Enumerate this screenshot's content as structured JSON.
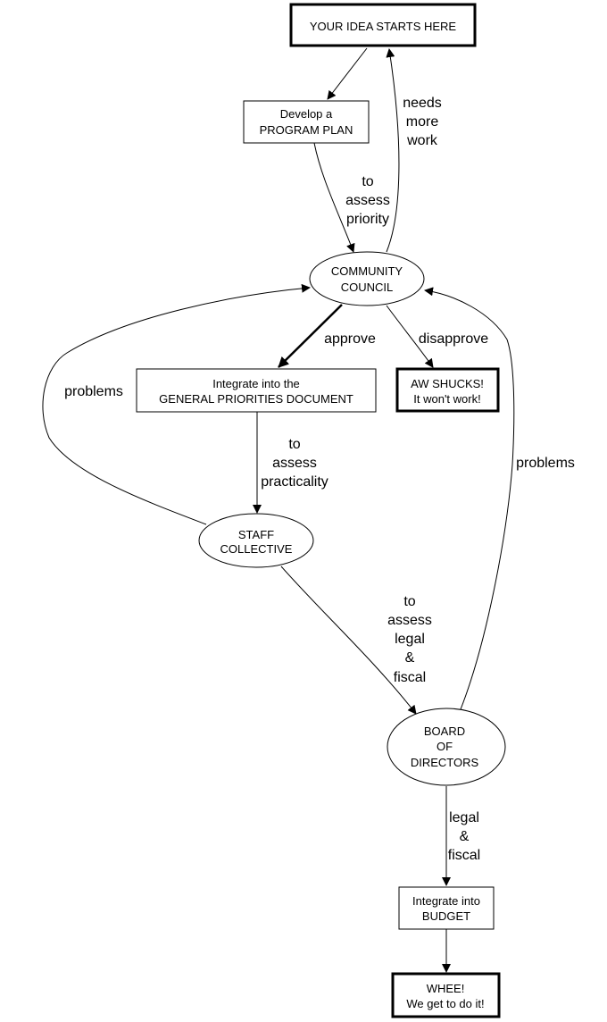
{
  "diagram": {
    "type": "flowchart",
    "nodes": {
      "idea": {
        "lines": [
          "YOUR IDEA STARTS HERE"
        ],
        "shape": "box-bold"
      },
      "plan": {
        "lines": [
          "Develop a",
          "PROGRAM PLAN"
        ],
        "shape": "box"
      },
      "council": {
        "lines": [
          "COMMUNITY",
          "COUNCIL"
        ],
        "shape": "ellipse"
      },
      "gpd": {
        "lines": [
          "Integrate into the",
          "GENERAL PRIORITIES DOCUMENT"
        ],
        "shape": "box"
      },
      "shucks": {
        "lines": [
          "AW SHUCKS!",
          "It won't work!"
        ],
        "shape": "box-bold"
      },
      "staff": {
        "lines": [
          "STAFF",
          "COLLECTIVE"
        ],
        "shape": "ellipse"
      },
      "board": {
        "lines": [
          "BOARD",
          "OF",
          "DIRECTORS"
        ],
        "shape": "ellipse"
      },
      "budget": {
        "lines": [
          "Integrate into",
          "BUDGET"
        ],
        "shape": "box"
      },
      "whee": {
        "lines": [
          "WHEE!",
          "We get to do it!"
        ],
        "shape": "box-bold"
      }
    },
    "edges": [
      {
        "from": "idea",
        "to": "plan",
        "label": []
      },
      {
        "from": "plan",
        "to": "council",
        "label": [
          "to",
          "assess",
          "priority"
        ]
      },
      {
        "from": "council",
        "to": "idea",
        "label": [
          "needs",
          "more",
          "work"
        ]
      },
      {
        "from": "council",
        "to": "gpd",
        "label": [
          "approve"
        ],
        "bold": true
      },
      {
        "from": "council",
        "to": "shucks",
        "label": [
          "disapprove"
        ]
      },
      {
        "from": "gpd",
        "to": "staff",
        "label": [
          "to",
          "assess",
          "practicality"
        ]
      },
      {
        "from": "staff",
        "to": "council",
        "label": [
          "problems"
        ]
      },
      {
        "from": "staff",
        "to": "board",
        "label": [
          "to",
          "assess",
          "legal",
          "&",
          "fiscal"
        ]
      },
      {
        "from": "board",
        "to": "council",
        "label": [
          "problems"
        ]
      },
      {
        "from": "board",
        "to": "budget",
        "label": [
          "legal",
          "&",
          "fiscal"
        ]
      },
      {
        "from": "budget",
        "to": "whee",
        "label": []
      }
    ]
  }
}
